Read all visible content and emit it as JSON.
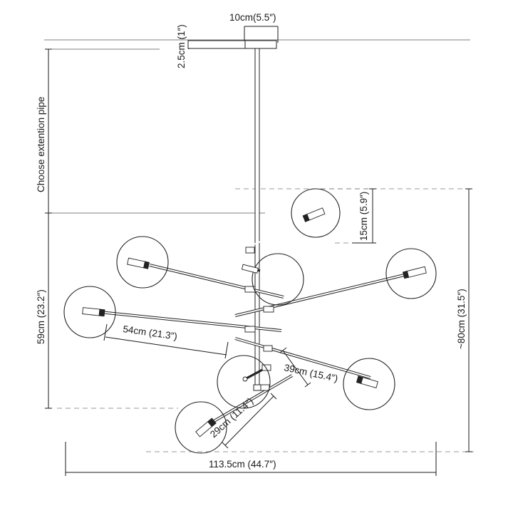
{
  "diagram": {
    "labels": {
      "canopy_width": "10cm(5.5″)",
      "canopy_height": "2.5cm (1″)",
      "extension_pipe": "Choose extention pipe",
      "globe_diameter": "15cm (5.9″)",
      "fixture_height": "59cm (23.2″)",
      "overall_height": "~80cm (31.5″)",
      "arm_long": "54cm (21.3″)",
      "arm_medium": "39cm (15.4″)",
      "arm_short": "29cm (11.4″)",
      "overall_width": "113.5cm (44.7″)"
    }
  }
}
